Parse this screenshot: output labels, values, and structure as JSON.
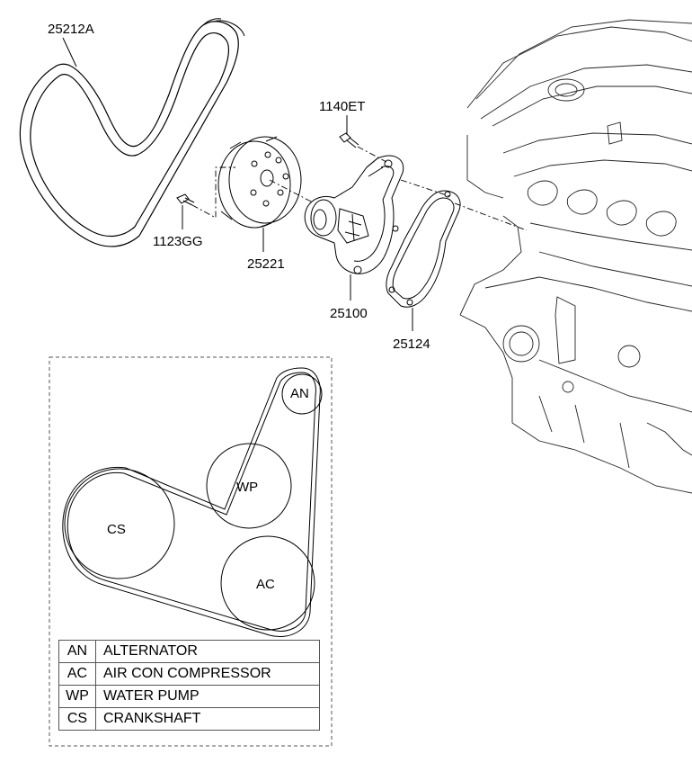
{
  "parts": {
    "belt": "25212A",
    "pulley": "25221",
    "pulley_bolt": "1123GG",
    "pump_bolt": "1140ET",
    "water_pump": "25100",
    "gasket": "25124"
  },
  "layout_diagram": {
    "pulleys": {
      "an": "AN",
      "wp": "WP",
      "cs": "CS",
      "ac": "AC"
    }
  },
  "legend": [
    {
      "code": "AN",
      "desc": "ALTERNATOR"
    },
    {
      "code": "AC",
      "desc": "AIR CON COMPRESSOR"
    },
    {
      "code": "WP",
      "desc": "WATER PUMP"
    },
    {
      "code": "CS",
      "desc": "CRANKSHAFT"
    }
  ]
}
